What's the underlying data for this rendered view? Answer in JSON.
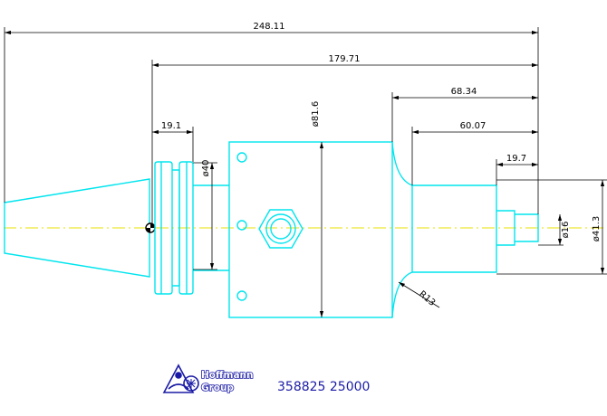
{
  "dimensions": {
    "overall_length": "248.11",
    "gauge_to_tip": "179.71",
    "gauge_to_taper_end": "68.34",
    "gauge_to_nose_start": "60.07",
    "pilot_length": "19.7",
    "flange_width": "19.1",
    "flange_diameter": "ø40",
    "body_diameter": "ø81.6",
    "bore_diameter": "ø16",
    "nose_diameter": "ø41.3",
    "fillet_radius": "R13"
  },
  "brand": {
    "line1": "Hoffmann",
    "line2": "Group",
    "color": "#1a1aa6"
  },
  "part_number": "358825 25000",
  "colors": {
    "part_outline": "#00e5ee",
    "dimension_lines": "#000000",
    "center_line": "#e8e000"
  }
}
